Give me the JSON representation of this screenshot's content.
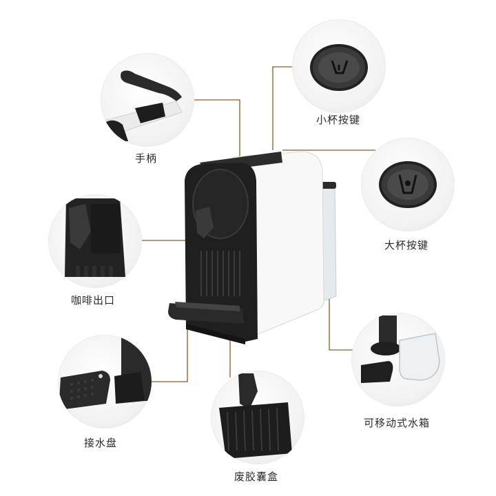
{
  "labels": {
    "handle": "手柄",
    "small_cup_button": "小杯按键",
    "large_cup_button": "大杯按键",
    "coffee_outlet": "咖啡出口",
    "removable_water_tank": "可移动式水箱",
    "drip_tray": "接水盘",
    "waste_capsule_box": "废胶囊盒"
  },
  "colors": {
    "leader_line": "#8a5a1e",
    "machine_black": "#1f1f1f",
    "machine_white": "#f7f7f7",
    "label_text": "#2a2a2a"
  },
  "icons": {
    "handle": "lever-handle-icon",
    "small_cup_button": "small-cup-button-icon",
    "large_cup_button": "large-cup-button-icon",
    "coffee_outlet": "coffee-spout-icon",
    "removable_water_tank": "water-tank-icon",
    "drip_tray": "drip-tray-icon",
    "waste_capsule_box": "capsule-bin-icon"
  }
}
